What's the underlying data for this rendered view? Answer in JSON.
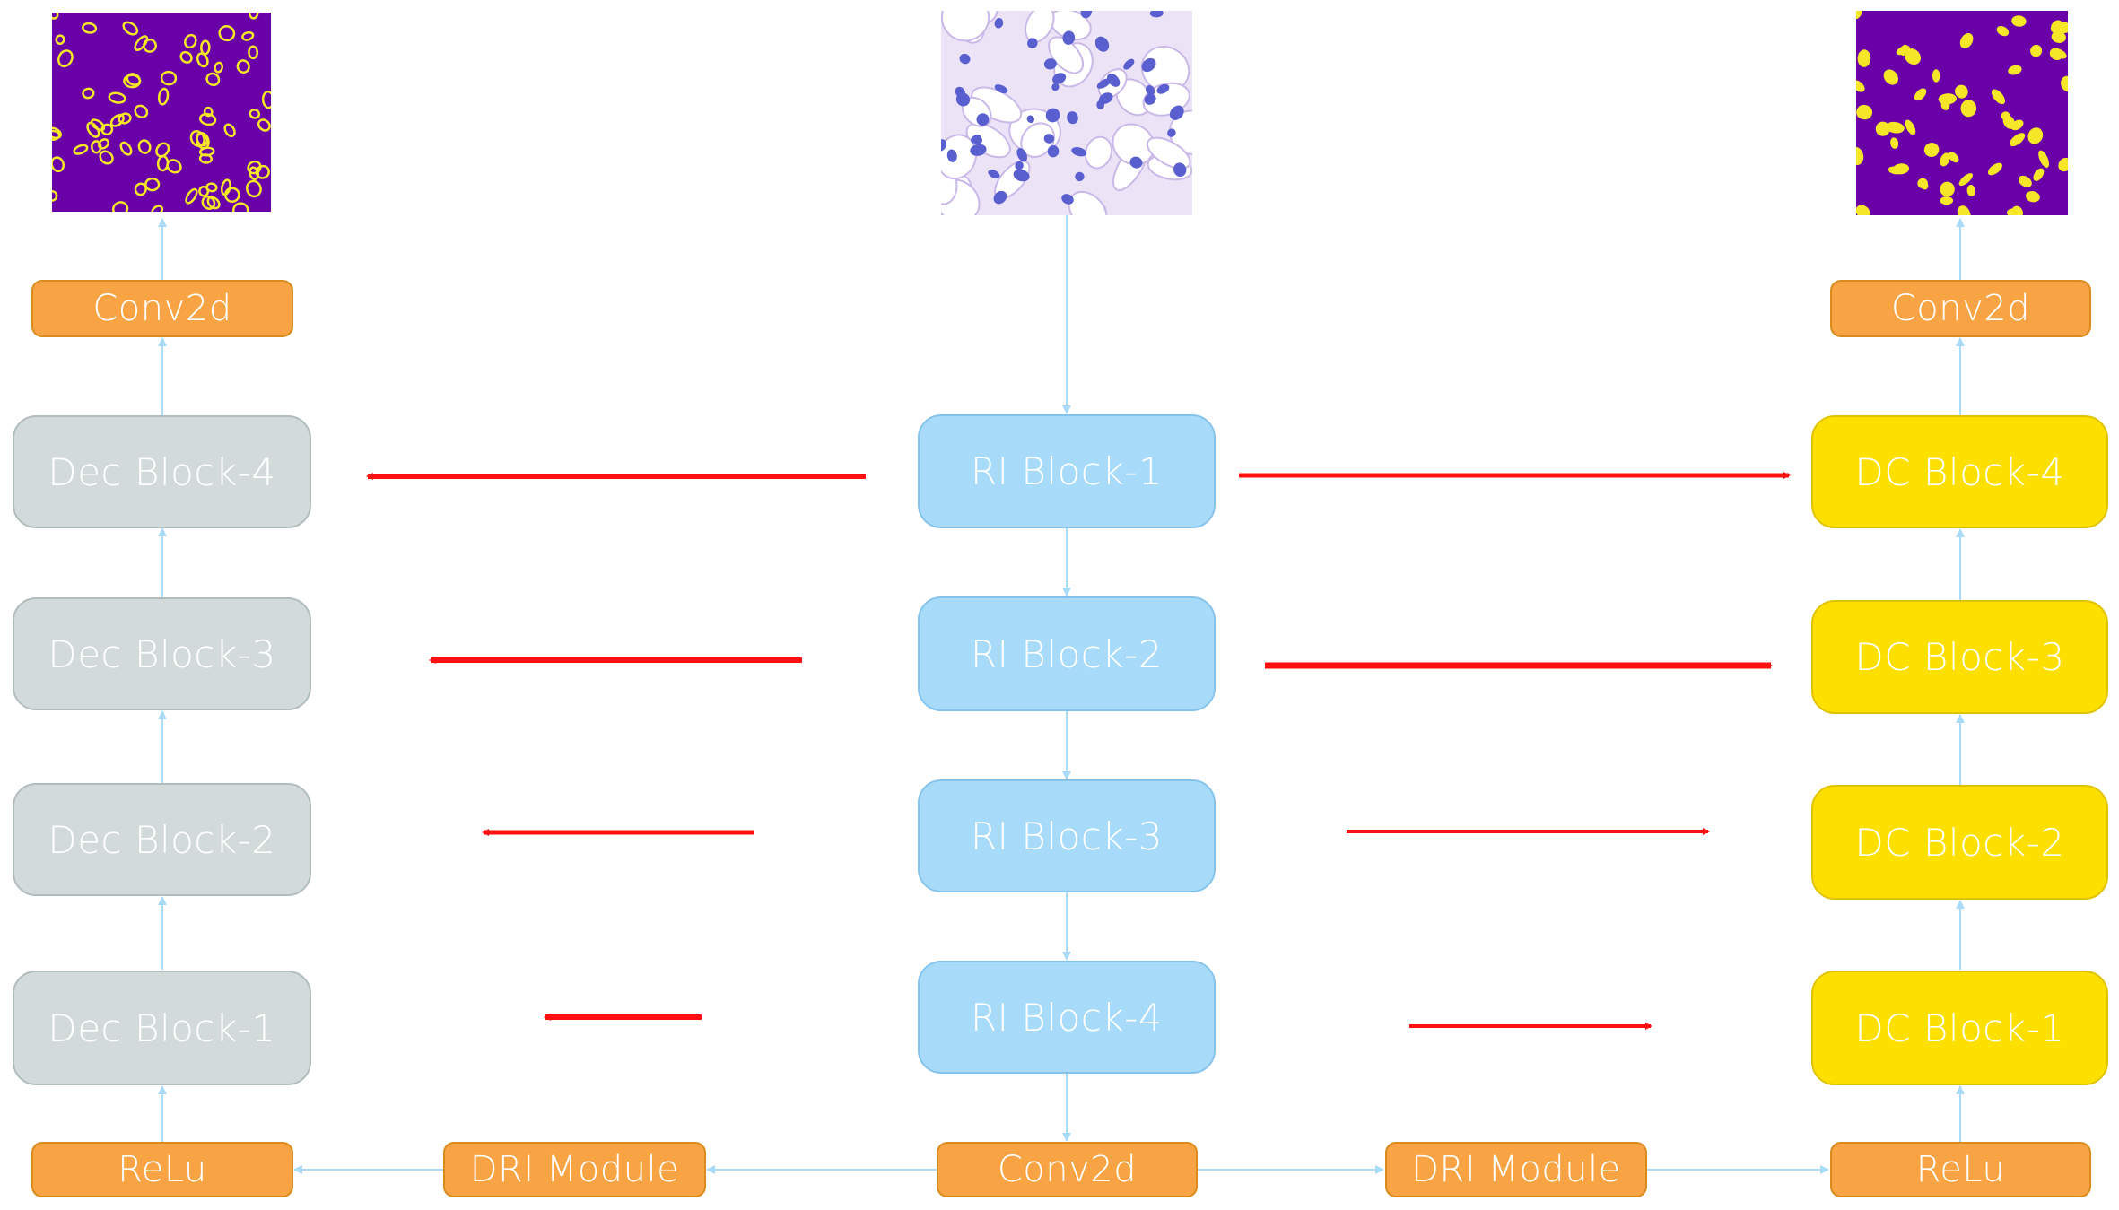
{
  "diagram": {
    "input_image": {
      "label": "histology-input-image",
      "colors": {
        "bg": "#E9E1F5",
        "nuclei": "#5A5FD0"
      }
    },
    "output_images": {
      "left": {
        "label": "contour-map-output",
        "colors": {
          "bg": "#6A00A8",
          "fg": "#F5E627"
        }
      },
      "right": {
        "label": "segmentation-mask-output",
        "colors": {
          "bg": "#6A00A8",
          "fg": "#F5E627"
        }
      }
    },
    "decoder_blocks": [
      "Dec Block-4",
      "Dec Block-3",
      "Dec Block-2",
      "Dec Block-1"
    ],
    "ri_blocks": [
      "RI Block-1",
      "RI Block-2",
      "RI Block-3",
      "RI Block-4"
    ],
    "dc_blocks": [
      "DC Block-4",
      "DC Block-3",
      "DC Block-2",
      "DC Block-1"
    ],
    "top_ops": {
      "left": "Conv2d",
      "right": "Conv2d"
    },
    "bottom_ops": {
      "left_relu": "ReLu",
      "left_dri": "DRI Module",
      "center_conv": "Conv2d",
      "right_dri": "DRI Module",
      "right_relu": "ReLu"
    },
    "colors": {
      "decoder": "#D2DADA",
      "ri": "#A8DBFA",
      "dc": "#FDDF00",
      "op": "#F9A444",
      "connector": "#A9DAF7",
      "skip_arrow": "#FF1010"
    }
  }
}
